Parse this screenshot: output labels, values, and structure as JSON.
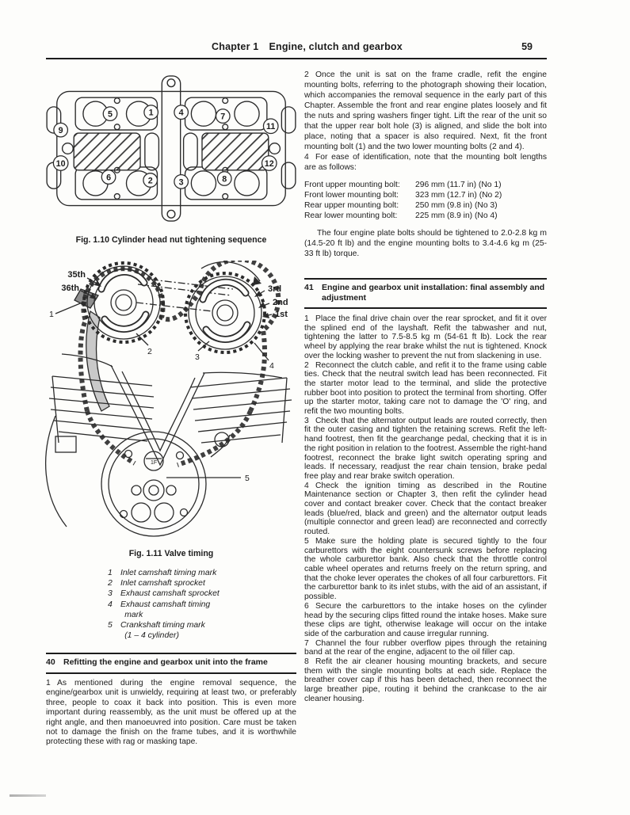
{
  "header": {
    "chapter_label": "Chapter 1",
    "chapter_title": "Engine, clutch and gearbox",
    "page_number": "59"
  },
  "fig110": {
    "caption": "Fig. 1.10 Cylinder head nut tightening sequence",
    "sequence": [
      "1",
      "2",
      "3",
      "4",
      "5",
      "6",
      "7",
      "8",
      "9",
      "10",
      "11",
      "12"
    ]
  },
  "fig111": {
    "caption": "Fig. 1.11 Valve timing",
    "annotations": {
      "t35": "35th",
      "t36": "36th",
      "r3": "3rd",
      "r2": "2nd",
      "r1": "1st",
      "n1": "1",
      "n2": "2",
      "n3": "3",
      "n4": "4",
      "n5": "5",
      "window": "1F"
    },
    "legend": [
      {
        "num": "1",
        "text": "Inlet camshaft timing mark"
      },
      {
        "num": "2",
        "text": "Inlet camshaft sprocket"
      },
      {
        "num": "3",
        "text": "Exhaust camshaft sprocket"
      },
      {
        "num": "4",
        "text": "Exhaust camshaft timing\n mark"
      },
      {
        "num": "5",
        "text": "Crankshaft timing mark\n (1 – 4 cylinder)"
      }
    ]
  },
  "section40": {
    "num": "40",
    "title": "Refitting the engine and gearbox unit into the frame",
    "para": {
      "num": "1",
      "text": "As mentioned during the engine removal sequence, the engine/gearbox unit is unwieldy, requiring at least two, or preferably three, people to coax it back into position. This is even more important during reassembly, as the unit must be offered up at the right angle, and then manoeuvred into position. Care must be taken not to damage the finish on the frame tubes, and it is worthwhile protecting these with rag or masking tape."
    }
  },
  "upper_right": {
    "para2": {
      "num": "2",
      "text": "Once the unit is sat on the frame cradle, refit the engine mounting bolts, referring to the photograph showing their location, which accompanies the removal sequence in the early part of this Chapter. Assemble the front and rear engine plates loosely and fit the nuts and spring washers finger tight. Lift the rear of the unit so that the upper rear bolt hole (3) is aligned, and slide the bolt into place, noting that a spacer is also required. Next, fit the front mounting bolt (1) and the two lower mounting bolts (2 and 4)."
    },
    "para4": {
      "num": "4",
      "text": "For ease of identification, note that the mounting bolt lengths are as follows:"
    },
    "bolt_specs": [
      {
        "label": "Front upper mounting bolt:",
        "value": "296 mm (11.7 in) (No 1)"
      },
      {
        "label": "Front lower mounting bolt:",
        "value": "323 mm (12.7 in) (No 2)"
      },
      {
        "label": "Rear upper mounting bolt:",
        "value": "250 mm (9.8 in) (No 3)"
      },
      {
        "label": "Rear lower mounting bolt:",
        "value": "225 mm (8.9 in) (No 4)"
      }
    ],
    "torque_note": "The four engine plate bolts should be tightened to 2.0-2.8 kg m (14.5-20 ft lb) and the engine mounting bolts to 3.4-4.6 kg m (25-33 ft lb) torque."
  },
  "section41": {
    "num": "41",
    "title": "Engine and gearbox unit installation: final assembly and adjustment",
    "paras": [
      {
        "num": "1",
        "text": "Place the final drive chain over the rear sprocket, and fit it over the splined end of the layshaft. Refit the tabwasher and nut, tightening the latter to 7.5-8.5 kg m (54-61 ft lb). Lock the rear wheel by applying the rear brake whilst the nut is tightened. Knock over the locking washer to prevent the nut from slackening in use."
      },
      {
        "num": "2",
        "text": "Reconnect the clutch cable, and refit it to the frame using cable ties. Check that the neutral switch lead has been reconnected. Fit the starter motor lead to the terminal, and slide the protective rubber boot into position to protect the terminal from shorting. Offer up the starter motor, taking care not to damage the 'O' ring, and refit the two mounting bolts."
      },
      {
        "num": "3",
        "text": "Check that the alternator output leads are routed correctly, then fit the outer casing and tighten the retaining screws. Refit the left-hand footrest, then fit the gearchange pedal, checking that it is in the right position in relation to the footrest. Assemble the right-hand footrest, reconnect the brake light switch operating spring and leads. If necessary, readjust the rear chain tension, brake pedal free play and rear brake switch operation."
      },
      {
        "num": "4",
        "text": "Check the ignition timing as described in the Routine Maintenance section or Chapter 3, then refit the cylinder head cover and contact breaker cover. Check that the contact breaker leads (blue/red, black and green) and the alternator output leads (multiple connector and green lead) are reconnected and correctly routed."
      },
      {
        "num": "5",
        "text": "Make sure the holding plate is secured tightly to the four carburettors with the eight countersunk screws before replacing the whole carburettor bank. Also check that the throttle control cable wheel operates and returns freely on the return spring, and that the choke lever operates the chokes of all four carburettors. Fit the carburettor bank to its inlet stubs, with the aid of an assistant, if possible."
      },
      {
        "num": "6",
        "text": "Secure the carburettors to the intake hoses on the cylinder head by the securing clips fitted round the intake hoses. Make sure these clips are tight, otherwise leakage will occur on the intake side of the carburation and cause irregular running."
      },
      {
        "num": "7",
        "text": "Channel the four rubber overflow pipes through the retaining band at the rear of the engine, adjacent to the oil filler cap."
      },
      {
        "num": "8",
        "text": "Refit the air cleaner housing mounting brackets, and secure them with the single mounting bolts at each side. Replace the breather cover cap if this has been detached, then reconnect the large breather pipe, routing it behind the crankcase to the air cleaner housing."
      }
    ]
  }
}
